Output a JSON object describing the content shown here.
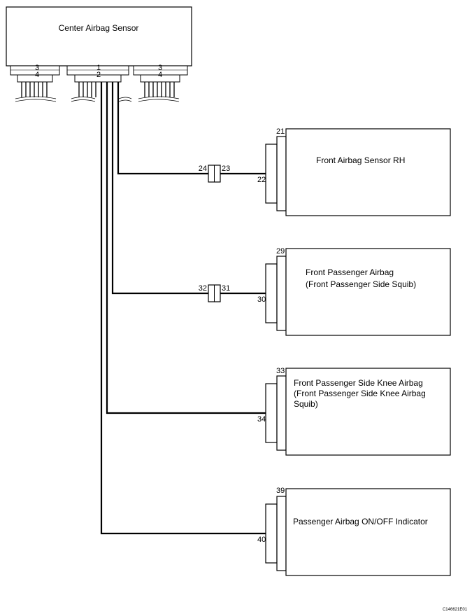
{
  "center_sensor": {
    "label": "Center Airbag Sensor",
    "connectors": [
      {
        "top_pin": "3",
        "bottom_pin": "4"
      },
      {
        "top_pin": "1",
        "bottom_pin": "2"
      },
      {
        "top_pin": "3",
        "bottom_pin": "4"
      }
    ]
  },
  "components": [
    {
      "id": "front-airbag-sensor-rh",
      "lines": [
        "Front Airbag Sensor RH"
      ],
      "pin_top": "21",
      "pin_bottom": "22",
      "junction": {
        "left": "24",
        "right": "23"
      }
    },
    {
      "id": "front-passenger-airbag",
      "lines": [
        "Front Passenger Airbag",
        "(Front Passenger Side Squib)"
      ],
      "pin_top": "29",
      "pin_bottom": "30",
      "junction": {
        "left": "32",
        "right": "31"
      }
    },
    {
      "id": "front-passenger-side-knee-airbag",
      "lines": [
        "Front Passenger Side Knee Airbag",
        "(Front Passenger Side Knee Airbag",
        "Squib)"
      ],
      "pin_top": "33",
      "pin_bottom": "34",
      "junction": null
    },
    {
      "id": "passenger-airbag-indicator",
      "lines": [
        "Passenger Airbag ON/OFF Indicator"
      ],
      "pin_top": "39",
      "pin_bottom": "40",
      "junction": null
    }
  ],
  "figure_code": "C146621E01"
}
